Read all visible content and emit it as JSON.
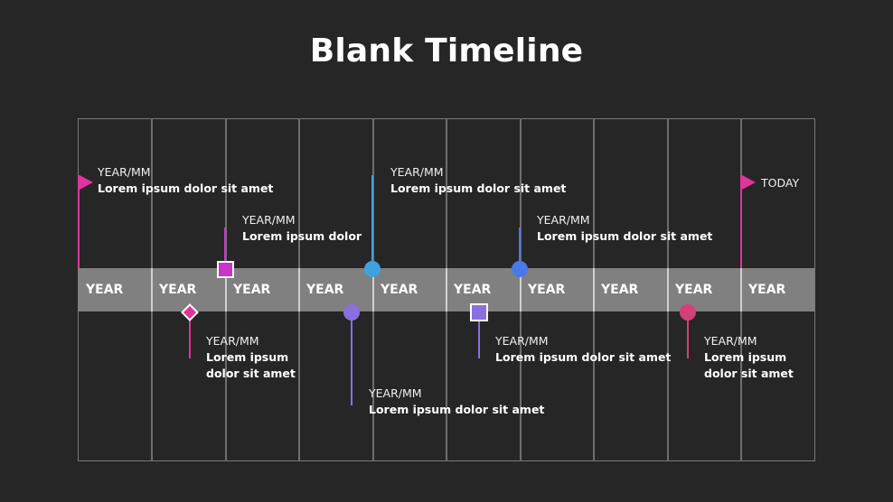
{
  "slide": {
    "title": "Blank Timeline",
    "background": "#262626"
  },
  "timeline": {
    "years": [
      "YEAR",
      "YEAR",
      "YEAR",
      "YEAR",
      "YEAR",
      "YEAR",
      "YEAR",
      "YEAR",
      "YEAR",
      "YEAR"
    ],
    "band_color": "#808080",
    "start_flag": {
      "color": "#e0339b"
    },
    "today": {
      "label": "TODAY",
      "color": "#e0339b"
    }
  },
  "events": [
    {
      "position": "above",
      "date": "YEAR/MM",
      "desc": "Lorem ipsum dolor sit amet",
      "marker": "flag",
      "color": "#e0339b"
    },
    {
      "position": "above",
      "date": "YEAR/MM",
      "desc": "Lorem ipsum dolor",
      "marker": "square",
      "color": "#c934c9"
    },
    {
      "position": "below",
      "date": "YEAR/MM",
      "desc": "Lorem ipsum dolor sit amet",
      "marker": "diamond",
      "color": "#e0339b"
    },
    {
      "position": "below",
      "date": "YEAR/MM",
      "desc": "Lorem ipsum dolor sit amet",
      "marker": "circle",
      "color": "#8b6fe0"
    },
    {
      "position": "above",
      "date": "YEAR/MM",
      "desc": "Lorem ipsum dolor sit amet",
      "marker": "circle",
      "color": "#3fa2dc"
    },
    {
      "position": "below",
      "date": "YEAR/MM",
      "desc": "Lorem ipsum dolor sit amet",
      "marker": "square",
      "color": "#8b6fe0"
    },
    {
      "position": "above",
      "date": "YEAR/MM",
      "desc": "Lorem ipsum dolor sit amet",
      "marker": "circle",
      "color": "#4a78e8"
    },
    {
      "position": "below",
      "date": "YEAR/MM",
      "desc": "Lorem ipsum dolor sit amet",
      "marker": "circle",
      "color": "#d43f78"
    }
  ]
}
